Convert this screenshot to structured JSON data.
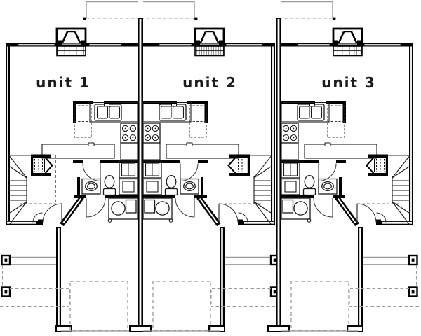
{
  "page": {
    "type": "triplex-floor-plan",
    "background": "#ffffff"
  },
  "units": [
    {
      "id": "unit-1",
      "label": "unit 1"
    },
    {
      "id": "unit-2",
      "label": "unit 2"
    },
    {
      "id": "unit-3",
      "label": "unit 3"
    }
  ],
  "colors": {
    "line": "#000000",
    "label": "#1b1b1b",
    "porch_gray": "#9a9a9a",
    "window_fill": "#cccccc",
    "dash_gray": "#999999",
    "background": "#ffffff"
  },
  "features": [
    "bay-window",
    "entry-steps",
    "rear-deck",
    "window",
    "kitchen-sink",
    "range-cooktop",
    "refrigerator",
    "kitchen-counter",
    "peninsula-counter",
    "bathroom-vanity-sink",
    "toilet",
    "shower",
    "linen-closet",
    "water-heater",
    "furnace",
    "fireplace",
    "winder-stairs",
    "entry-door",
    "interior-door",
    "garage",
    "car-space",
    "garage-door",
    "porch-posts",
    "porch-edge"
  ]
}
